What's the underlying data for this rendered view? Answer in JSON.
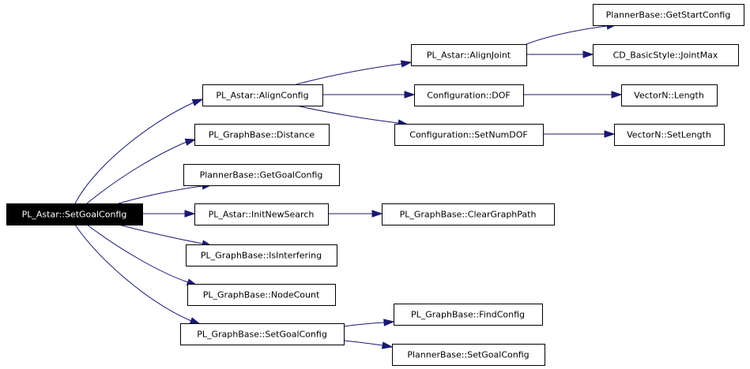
{
  "diagram": {
    "root": "n0",
    "nodes": [
      {
        "id": "n0",
        "label": "PL_Astar::SetGoalConfig"
      },
      {
        "id": "n1",
        "label": "PL_Astar::AlignConfig"
      },
      {
        "id": "n2",
        "label": "PL_GraphBase::Distance"
      },
      {
        "id": "n3",
        "label": "PlannerBase::GetGoalConfig"
      },
      {
        "id": "n4",
        "label": "PL_Astar::InitNewSearch"
      },
      {
        "id": "n5",
        "label": "PL_GraphBase::IsInterfering"
      },
      {
        "id": "n6",
        "label": "PL_GraphBase::NodeCount"
      },
      {
        "id": "n7",
        "label": "PL_GraphBase::SetGoalConfig"
      },
      {
        "id": "n8",
        "label": "PL_Astar::AlignJoint"
      },
      {
        "id": "n9",
        "label": "Configuration::DOF"
      },
      {
        "id": "n10",
        "label": "Configuration::SetNumDOF"
      },
      {
        "id": "n11",
        "label": "PL_GraphBase::ClearGraphPath"
      },
      {
        "id": "n12",
        "label": "PL_GraphBase::FindConfig"
      },
      {
        "id": "n13",
        "label": "PlannerBase::SetGoalConfig"
      },
      {
        "id": "n14",
        "label": "PlannerBase::GetStartConfig"
      },
      {
        "id": "n15",
        "label": "CD_BasicStyle::JointMax"
      },
      {
        "id": "n16",
        "label": "VectorN::Length"
      },
      {
        "id": "n17",
        "label": "VectorN::SetLength"
      }
    ],
    "edges": [
      {
        "from": "n0",
        "to": "n1"
      },
      {
        "from": "n0",
        "to": "n2"
      },
      {
        "from": "n0",
        "to": "n3"
      },
      {
        "from": "n0",
        "to": "n4"
      },
      {
        "from": "n0",
        "to": "n5"
      },
      {
        "from": "n0",
        "to": "n6"
      },
      {
        "from": "n0",
        "to": "n7"
      },
      {
        "from": "n1",
        "to": "n8"
      },
      {
        "from": "n1",
        "to": "n9"
      },
      {
        "from": "n1",
        "to": "n10"
      },
      {
        "from": "n4",
        "to": "n11"
      },
      {
        "from": "n7",
        "to": "n12"
      },
      {
        "from": "n7",
        "to": "n13"
      },
      {
        "from": "n8",
        "to": "n14"
      },
      {
        "from": "n8",
        "to": "n15"
      },
      {
        "from": "n9",
        "to": "n16"
      },
      {
        "from": "n10",
        "to": "n17"
      }
    ],
    "colors": {
      "edge": "#191970",
      "node_border": "#000000",
      "root_fill": "#000000",
      "root_text": "#ffffff",
      "background": "#ffffff"
    }
  }
}
